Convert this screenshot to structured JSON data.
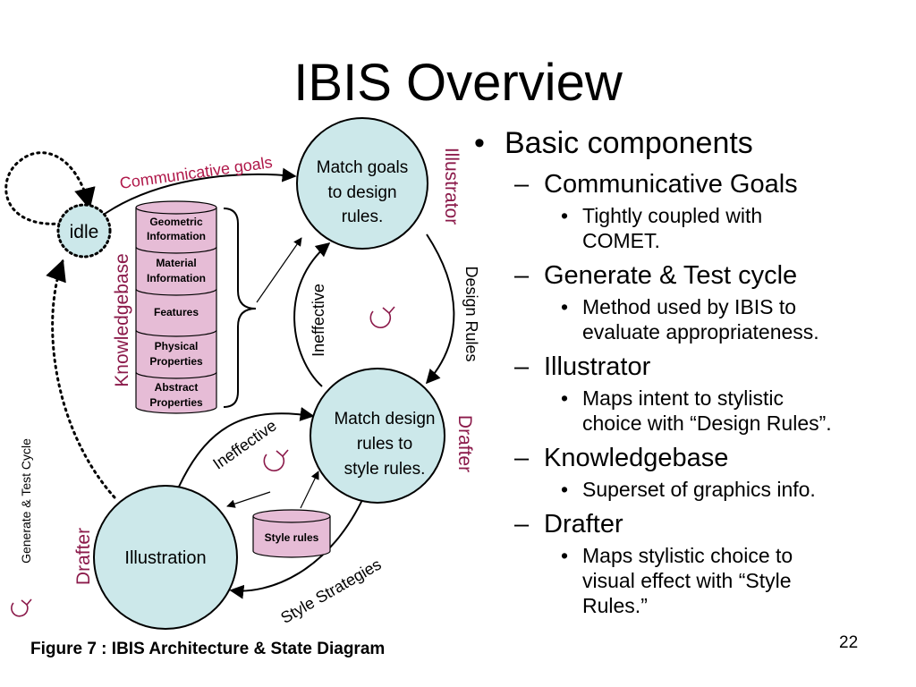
{
  "slide": {
    "title": "IBIS Overview",
    "page_number": "22"
  },
  "diagram": {
    "caption": "Figure 7 : IBIS Architecture & State Diagram",
    "states": {
      "idle": "idle",
      "match_goals": [
        "Match goals",
        "to design",
        "rules."
      ],
      "match_design": [
        "Match design",
        "rules to",
        "style rules."
      ],
      "illustration": "Illustration"
    },
    "knowledgebase_label": "Knowledgebase",
    "knowledgebase_items": [
      [
        "Geometric",
        "Information"
      ],
      [
        "Material",
        "Information"
      ],
      [
        "Features"
      ],
      [
        "Physical",
        "Properties"
      ],
      [
        "Abstract",
        "Properties"
      ]
    ],
    "style_rules": "Style rules",
    "role_labels": {
      "illustrator": "Illustrator",
      "drafter_right": "Drafter",
      "drafter_left": "Drafter"
    },
    "edge_labels": {
      "communicative_goals": "Communicative goals",
      "design_rules": "Design Rules",
      "ineffective_vertical": "Ineffective",
      "ineffective_diagonal": "Ineffective",
      "style_strategies": "Style Strategies",
      "generate_test_cycle": "Generate & Test Cycle"
    },
    "colors": {
      "state_fill": "#cce8ea",
      "kb_fill": "#e6bcd6",
      "role_label": "#8b1a4a",
      "communicative_goals": "#b0184a"
    }
  },
  "bullets": {
    "heading": "Basic components",
    "sections": [
      {
        "label": "Communicative Goals",
        "sub": [
          "Tightly coupled with",
          "COMET."
        ]
      },
      {
        "label": "Generate & Test cycle",
        "sub": [
          "Method used by IBIS to",
          "evaluate appropriateness."
        ]
      },
      {
        "label": "Illustrator",
        "sub": [
          "Maps intent to stylistic",
          "choice with “Design Rules”."
        ]
      },
      {
        "label": "Knowledgebase",
        "sub": [
          "Superset of graphics info."
        ]
      },
      {
        "label": "Drafter",
        "sub": [
          "Maps stylistic choice to",
          "visual effect with “Style",
          "Rules.”"
        ]
      }
    ]
  }
}
